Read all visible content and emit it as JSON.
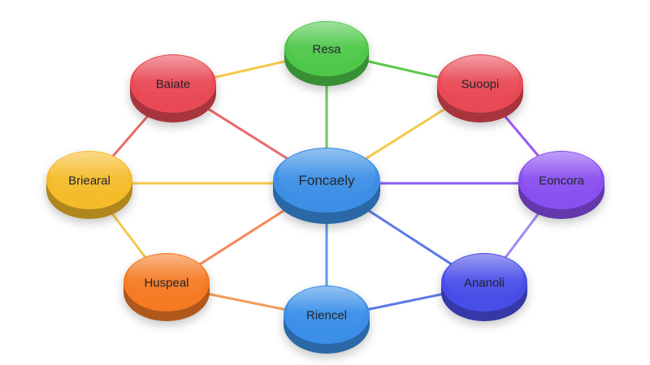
{
  "diagram": {
    "center": {
      "id": "center",
      "label": "Foncaely",
      "color": "#3d8fe6"
    },
    "nodes": [
      {
        "id": "top",
        "label": "Resa",
        "color": "#4fc84a"
      },
      {
        "id": "top-left",
        "label": "Baiate",
        "color": "#e94a55"
      },
      {
        "id": "top-right",
        "label": "Suoopi",
        "color": "#e94a55"
      },
      {
        "id": "left",
        "label": "Briearal",
        "color": "#f5bc2a"
      },
      {
        "id": "right",
        "label": "Eoncora",
        "color": "#8a4ff0"
      },
      {
        "id": "bottom-left",
        "label": "Huspeal",
        "color": "#f57a24"
      },
      {
        "id": "bottom",
        "label": "Riencel",
        "color": "#3a8fe8"
      },
      {
        "id": "bottom-right",
        "label": "Ananoli",
        "color": "#4a4ee8"
      }
    ],
    "edges": [
      {
        "from": "top-left",
        "to": "top",
        "color": "#f4c84a"
      },
      {
        "from": "top",
        "to": "top-right",
        "color": "#5cc84a"
      },
      {
        "from": "top-right",
        "to": "right",
        "color": "#9a5af0"
      },
      {
        "from": "right",
        "to": "bottom-right",
        "color": "#a28af0"
      },
      {
        "from": "bottom-right",
        "to": "bottom",
        "color": "#5a7ae8"
      },
      {
        "from": "bottom",
        "to": "bottom-left",
        "color": "#f59a5a"
      },
      {
        "from": "bottom-left",
        "to": "left",
        "color": "#f4c84a"
      },
      {
        "from": "left",
        "to": "top-left",
        "color": "#e96a6a"
      },
      {
        "from": "center",
        "to": "top",
        "color": "#6cc85a"
      },
      {
        "from": "center",
        "to": "top-left",
        "color": "#e96a6a"
      },
      {
        "from": "center",
        "to": "top-right",
        "color": "#f4c84a"
      },
      {
        "from": "center",
        "to": "left",
        "color": "#f4c84a"
      },
      {
        "from": "center",
        "to": "right",
        "color": "#8a5af0"
      },
      {
        "from": "center",
        "to": "bottom-left",
        "color": "#f5885a"
      },
      {
        "from": "center",
        "to": "bottom",
        "color": "#5a9ae8"
      },
      {
        "from": "center",
        "to": "bottom-right",
        "color": "#5a7ae8"
      }
    ]
  }
}
